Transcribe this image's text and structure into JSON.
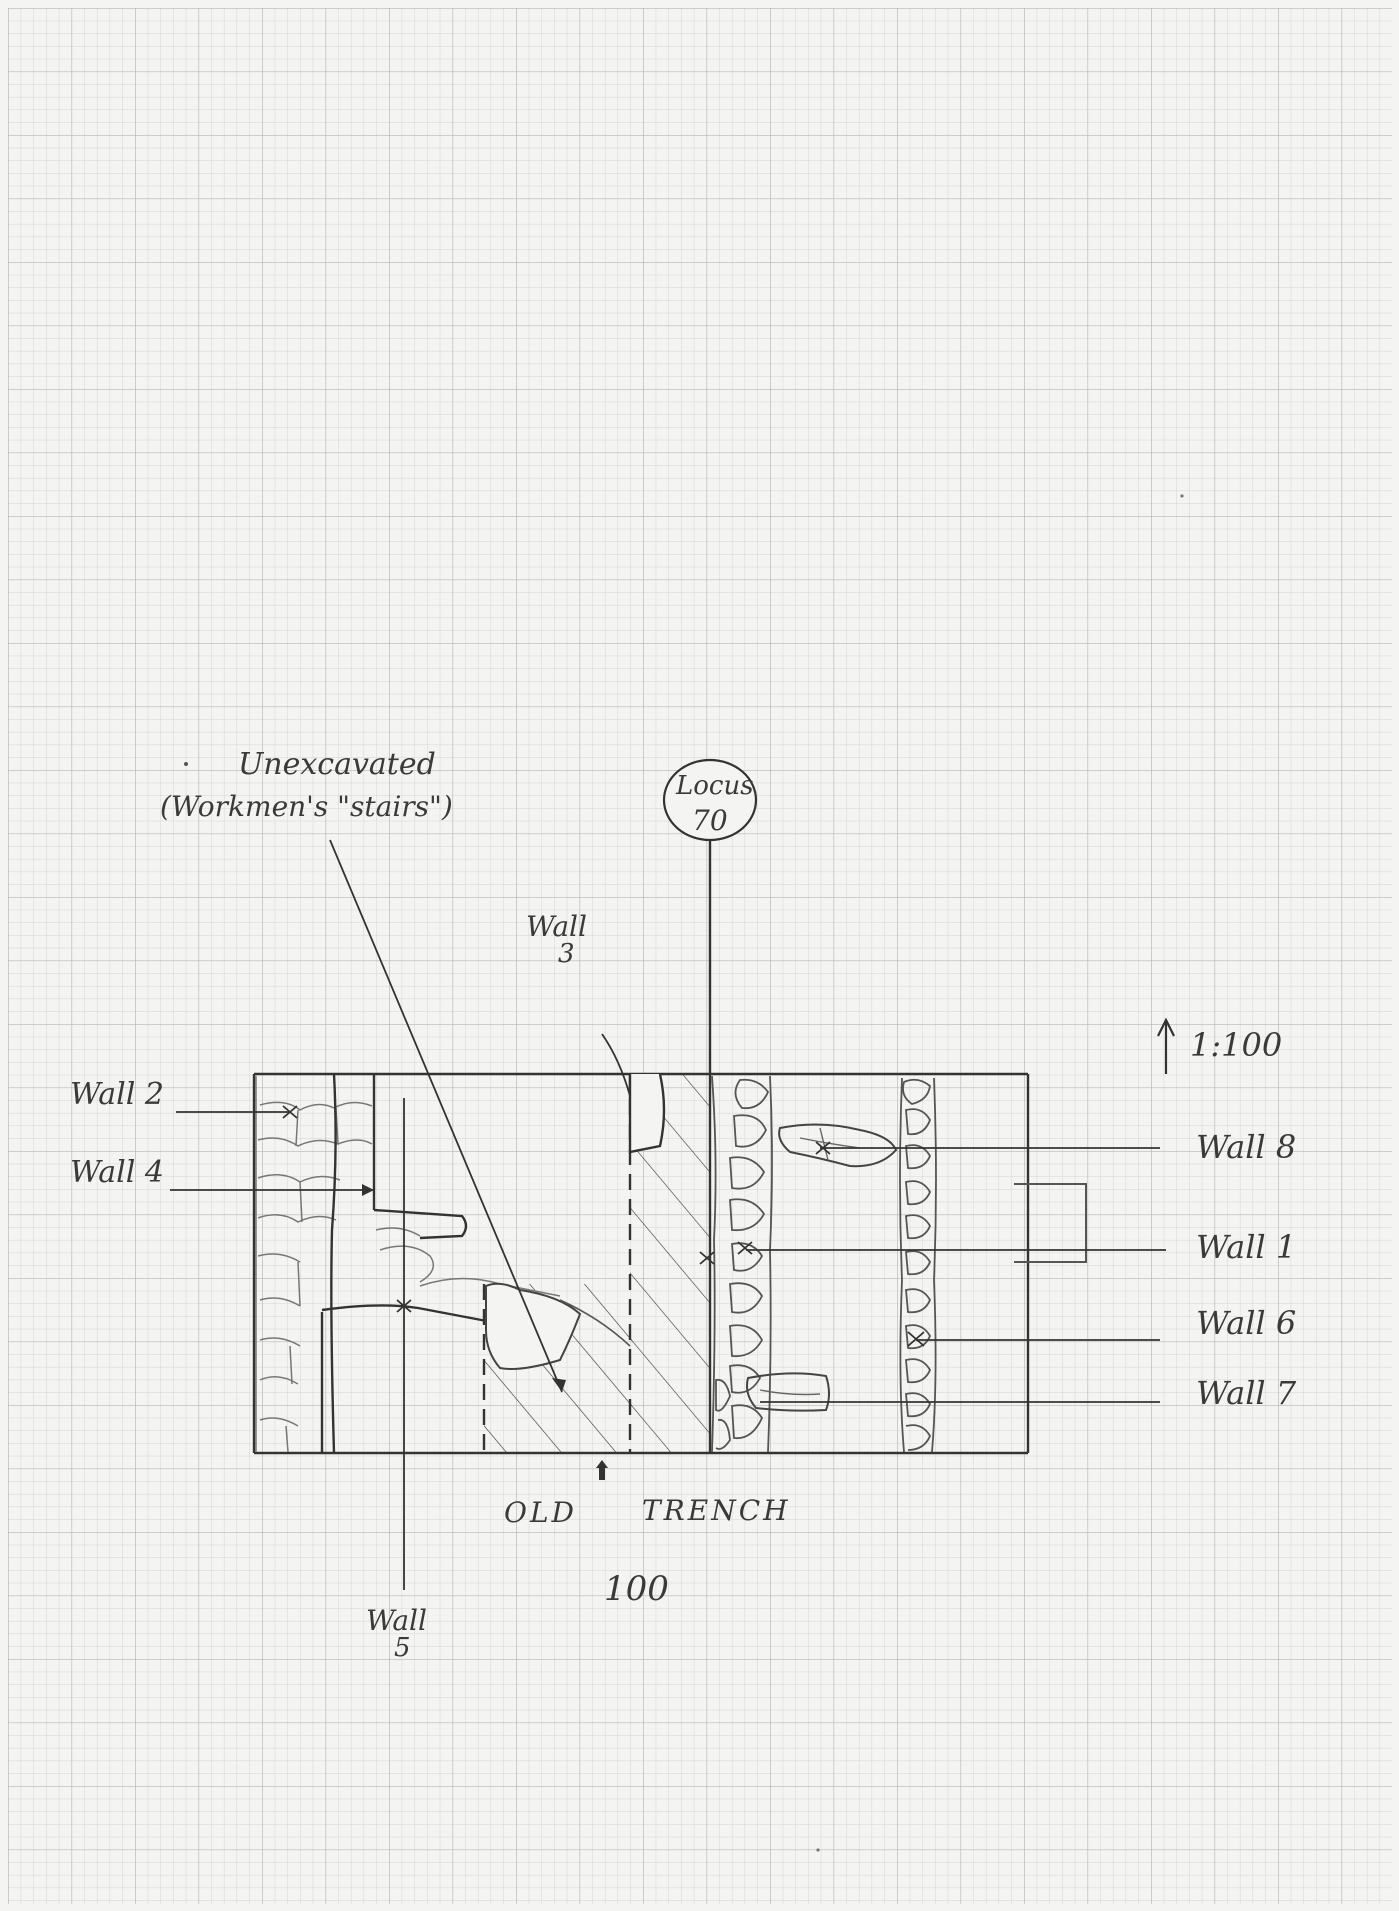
{
  "paper": {
    "color": "#f4f5f3",
    "grid_fine": "#d2d5d2",
    "grid_major": "#b3b7b3",
    "ink": "#3a3a3a"
  },
  "labels": {
    "unexcavated_title": "Unexcavated",
    "unexcavated_note": "(Workmen's \"stairs\")",
    "locus_word": "Locus",
    "locus_number": "70",
    "wall3_word": "Wall",
    "wall3_number": "3",
    "wall2": "Wall 2",
    "wall4": "Wall 4",
    "wall8": "Wall 8",
    "wall1": "Wall 1",
    "wall6": "Wall 6",
    "wall7": "Wall 7",
    "wall5_word": "Wall",
    "wall5_number": "5",
    "scale": "1:100",
    "old": "OLD",
    "trench": "TRENCH",
    "trench_number": "100"
  },
  "icons": {
    "north": "north-arrow-icon",
    "trench_marker": "arrow-up-icon"
  }
}
